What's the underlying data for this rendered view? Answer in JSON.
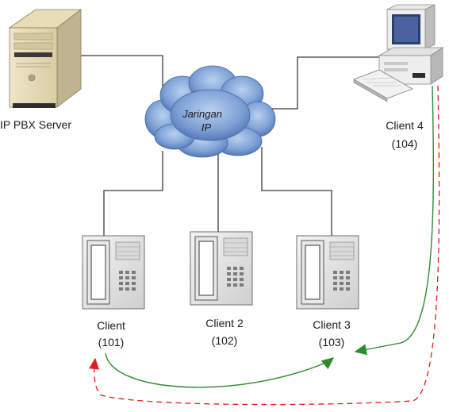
{
  "diagram": {
    "network": {
      "line1": "Jaringan",
      "line2": "IP",
      "icon": "cloud-icon"
    },
    "server": {
      "label": "IP PBX Server",
      "icon": "server-tower-icon"
    },
    "client4": {
      "name": "Client 4",
      "ext": "(104)",
      "icon": "desktop-computer-icon"
    },
    "phones": [
      {
        "name": "Client",
        "ext": "(101)",
        "icon": "ip-phone-icon"
      },
      {
        "name": "Client 2",
        "ext": "(102)",
        "icon": "ip-phone-icon"
      },
      {
        "name": "Client 3",
        "ext": "(103)",
        "icon": "ip-phone-icon"
      }
    ],
    "colors": {
      "link": "#3a3a3a",
      "call_green": "#2e8b2e",
      "call_red": "#e21c1c",
      "cloud": "#5f86c4"
    }
  }
}
